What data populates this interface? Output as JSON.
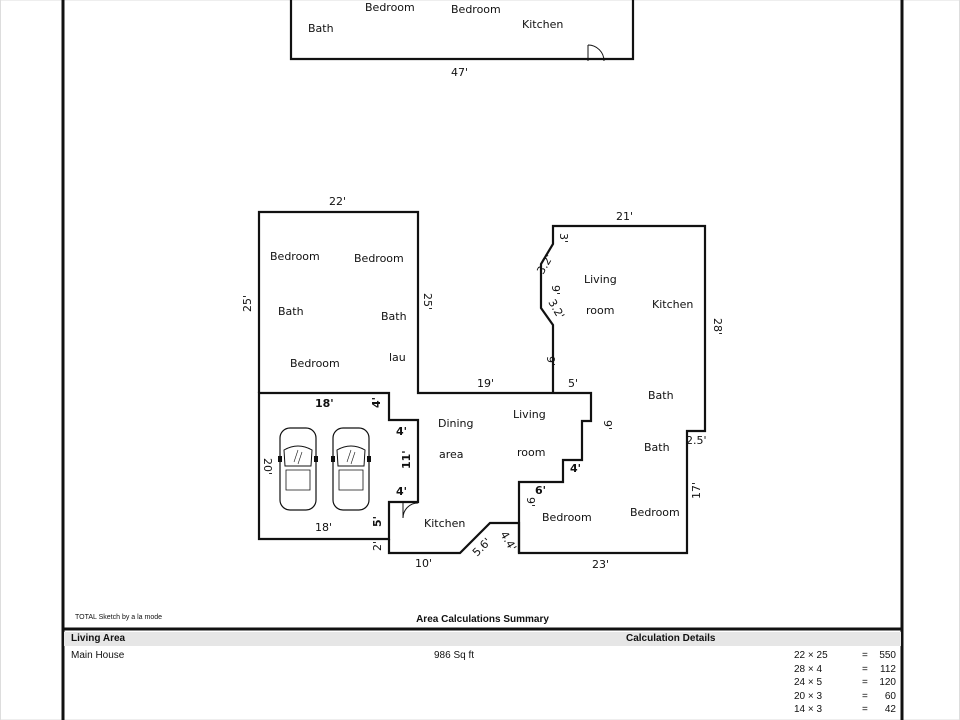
{
  "top_plan": {
    "rooms": [
      "Bath",
      "Bedroom",
      "Bedroom",
      "Kitchen"
    ],
    "dims": [
      "47'"
    ]
  },
  "left_unit": {
    "rooms": [
      "Bedroom",
      "Bedroom",
      "Bath",
      "Bath",
      "Bedroom",
      "lau"
    ],
    "dims": [
      "22'",
      "25'",
      "25'",
      "19'"
    ]
  },
  "garage": {
    "dims": [
      "18'",
      "4'",
      "4'",
      "20'",
      "11'",
      "4'",
      "18'",
      "5'",
      "2'"
    ]
  },
  "center": {
    "rooms": [
      "Dining",
      "area",
      "Living",
      "room",
      "Kitchen"
    ],
    "dims": [
      "10'",
      "5.6'",
      "4.4'"
    ]
  },
  "right_unit": {
    "rooms": [
      "Living",
      "room",
      "Kitchen",
      "Bath",
      "Bath",
      "Bedroom",
      "Bedroom"
    ],
    "dims": [
      "21'",
      "3'",
      "3.2'",
      "9'",
      "3.2'",
      "9'",
      "5'",
      "28'",
      "9'",
      "2.5'",
      "4'",
      "6'",
      "9'",
      "17'",
      "23'"
    ]
  },
  "credit": "TOTAL Sketch by a la mode",
  "summary": {
    "title": "Area Calculations Summary",
    "header_left": "Living Area",
    "header_right": "Calculation Details",
    "row_label": "Main House",
    "row_value": "986 Sq ft",
    "calculations": [
      {
        "expr": "22 × 25",
        "eq": "=",
        "val": "550"
      },
      {
        "expr": "28 × 4",
        "eq": "=",
        "val": "112"
      },
      {
        "expr": "24 × 5",
        "eq": "=",
        "val": "120"
      },
      {
        "expr": "20 × 3",
        "eq": "=",
        "val": "60"
      },
      {
        "expr": "14 × 3",
        "eq": "=",
        "val": "42"
      }
    ]
  }
}
